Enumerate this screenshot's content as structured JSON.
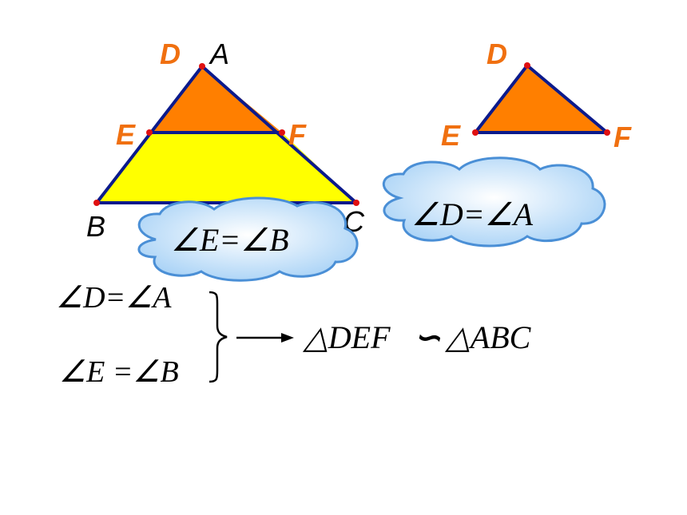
{
  "colors": {
    "large_triangle_fill": "#ffff00",
    "small_triangle_fill": "#ff7f00",
    "edge": "#0b1a8c",
    "vertex_dot": "#e01010",
    "label_orange": "#f07010",
    "label_black": "#000000",
    "cloud_fill": "#bfe0fb",
    "cloud_edge": "#4a8fd6"
  },
  "left_figure": {
    "label_D": "D",
    "label_A": "A",
    "label_E": "E",
    "label_F": "F",
    "label_B": "B",
    "label_C": "C"
  },
  "right_figure": {
    "label_D": "D",
    "label_E": "E",
    "label_F": "F"
  },
  "cloud_left": {
    "text": "∠E=∠B"
  },
  "cloud_right": {
    "text": "∠D=∠A"
  },
  "conclusion": {
    "condition_1": "∠D=∠A",
    "condition_2": "∠E =∠B",
    "result_left": "△DEF",
    "similar_symbol": "∽",
    "result_right": "△ABC"
  }
}
